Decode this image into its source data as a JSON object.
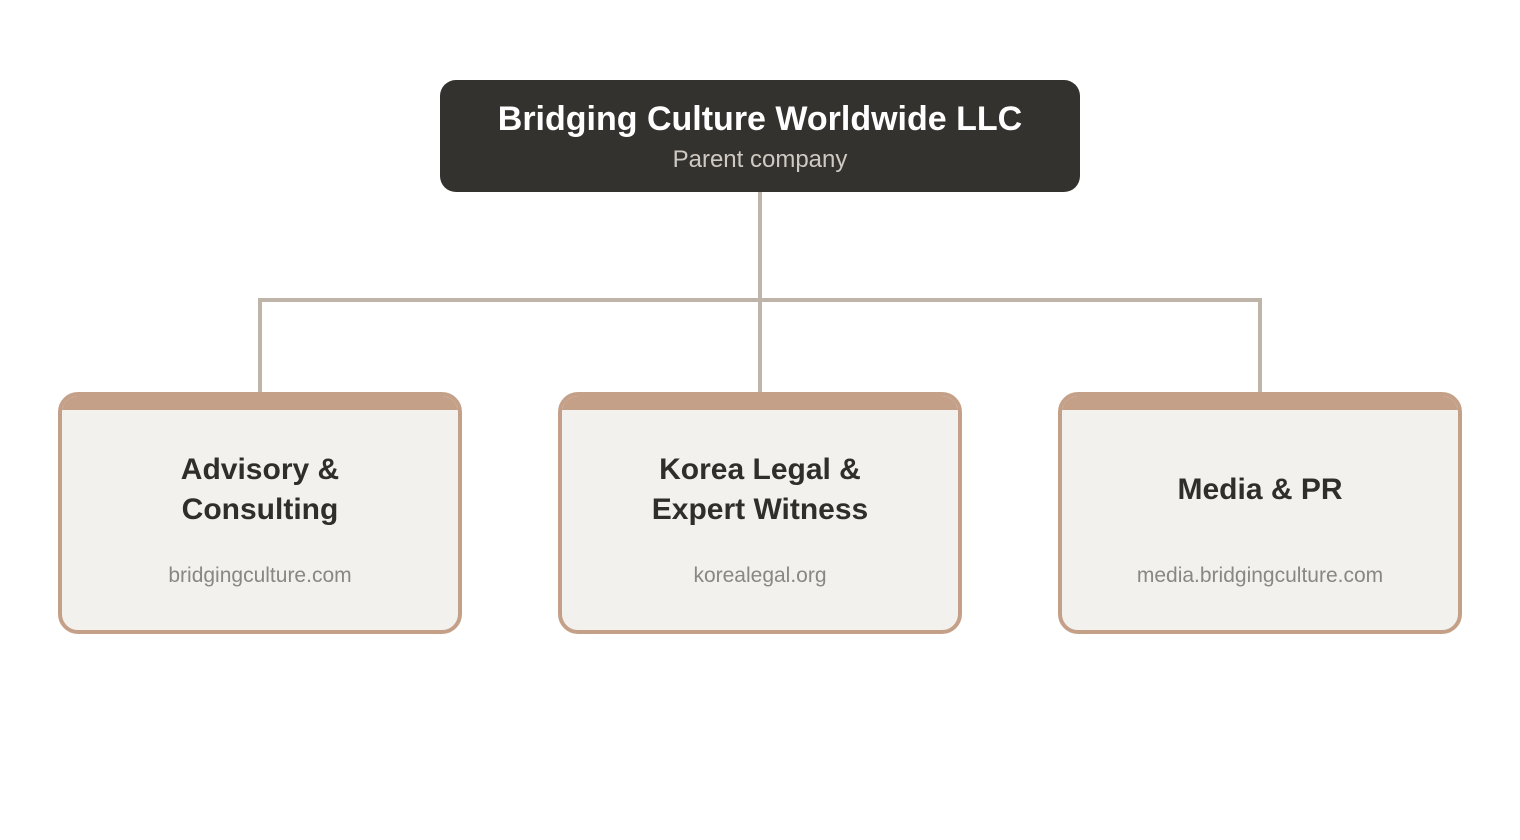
{
  "parent": {
    "title": "Bridging Culture Worldwide LLC",
    "subtitle": "Parent company",
    "background_color": "#33322e"
  },
  "children": [
    {
      "title": "Advisory &\nConsulting",
      "url": "bridgingculture.com"
    },
    {
      "title": "Korea Legal &\nExpert Witness",
      "url": "korealegal.org"
    },
    {
      "title": "Media & PR",
      "url": "media.bridgingculture.com"
    }
  ],
  "colors": {
    "connector": "#bfb4aa",
    "child_border": "#c4a088",
    "child_background": "#f3f1ee"
  }
}
